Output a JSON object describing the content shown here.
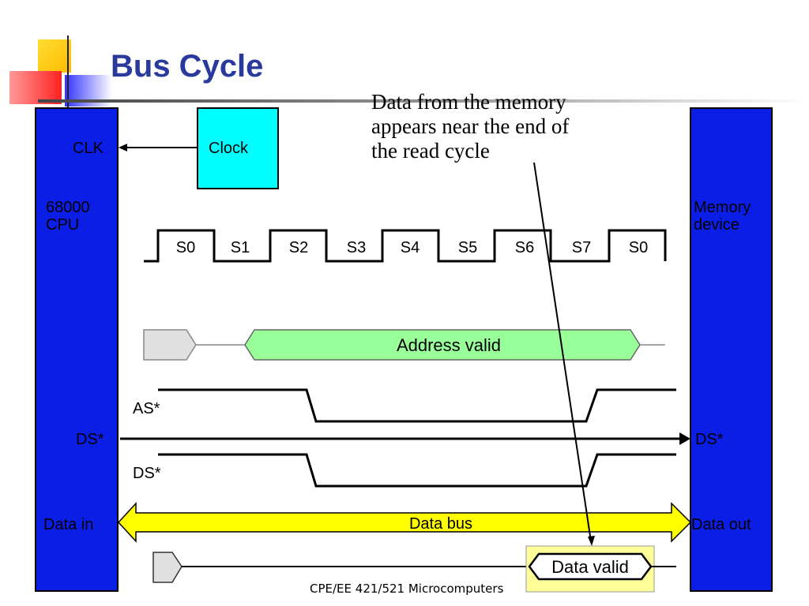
{
  "slide": {
    "title": "Bus Cycle",
    "footer": "CPE/EE 421/521 Microcomputers"
  },
  "cpu": {
    "clk_label": "CLK",
    "name_line1": "68000",
    "name_line2": "CPU",
    "ds_label": "DS*",
    "data_label": "Data in"
  },
  "memory": {
    "name_line1": "Memory",
    "name_line2": "device",
    "ds_label": "DS*",
    "data_label": "Data out"
  },
  "clock_box": {
    "label": "Clock"
  },
  "callout": {
    "lines": [
      "Data from the memory",
      "appears near the end of",
      "the read cycle"
    ]
  },
  "states": [
    "S0",
    "S1",
    "S2",
    "S3",
    "S4",
    "S5",
    "S6",
    "S7",
    "S0"
  ],
  "signals": {
    "address": "Address valid",
    "as": "AS*",
    "ds": "DS*",
    "data_bus": "Data bus",
    "data_valid": "Data valid"
  },
  "colors": {
    "panel_blue": "#0a1ee6",
    "clock_cyan": "#00ffff",
    "address_green": "#99ff99",
    "bus_yellow": "#ffff00",
    "valid_box": "#ffff99",
    "title_blue": "#2a3a9c",
    "logo_yellow": "#ffcc00",
    "logo_red": "#ff3333",
    "logo_blue": "#4444ff"
  }
}
